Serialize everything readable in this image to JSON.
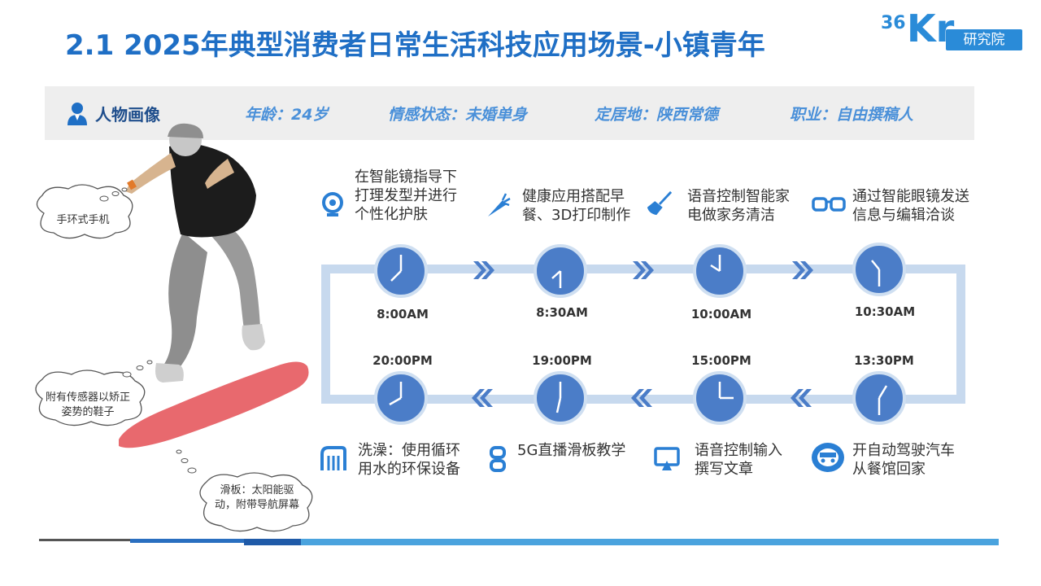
{
  "title": "2.1 2025年典型消费者日常生活科技应用场景-小镇青年",
  "logo": {
    "num": "36",
    "letter": "Kr",
    "box_text": "研究院"
  },
  "persona": {
    "label": "人物画像",
    "age": "年龄：24岁",
    "status": "情感状态：未婚单身",
    "residence": "定居地：陕西常德",
    "job": "职业：自由撰稿人"
  },
  "callouts": {
    "watch": "手环式手机",
    "shoes": "附有传感器以矫正姿势的鞋子",
    "board": "滑板：太阳能驱动，附带导航屏幕"
  },
  "timeline_top": [
    {
      "time": "8:00AM",
      "text_lines": [
        "在智能镜指导下",
        "打理发型并进行",
        "个性化护肤"
      ],
      "icon": "smart-mirror-icon"
    },
    {
      "time": "8:30AM",
      "text_lines": [
        "健康应用搭配早",
        "餐、3D打印制作"
      ],
      "icon": "carrot-icon"
    },
    {
      "time": "10:00AM",
      "text_lines": [
        "语音控制智能家",
        "电做家务清洁"
      ],
      "icon": "broom-icon"
    },
    {
      "time": "10:30AM",
      "text_lines": [
        "通过智能眼镜发送",
        "信息与编辑洽谈"
      ],
      "icon": "glasses-icon"
    }
  ],
  "timeline_bottom": [
    {
      "time": "20:00PM",
      "text_lines": [
        "洗澡：使用循环",
        "用水的环保设备"
      ],
      "icon": "shower-icon"
    },
    {
      "time": "19:00PM",
      "text_lines": [
        "5G直播滑板教学"
      ],
      "icon": "chain-icon"
    },
    {
      "time": "15:00PM",
      "text_lines": [
        "语音控制输入",
        "撰写文章"
      ],
      "icon": "monitor-icon"
    },
    {
      "time": "13:30PM",
      "text_lines": [
        "开自动驾驶汽车",
        "从餐馆回家"
      ],
      "icon": "steering-wheel-icon"
    }
  ],
  "colors": {
    "accent": "#1f6fc5",
    "clock": "#4b7dc8",
    "track": "#c7d9ee",
    "board": "#e8696e"
  }
}
